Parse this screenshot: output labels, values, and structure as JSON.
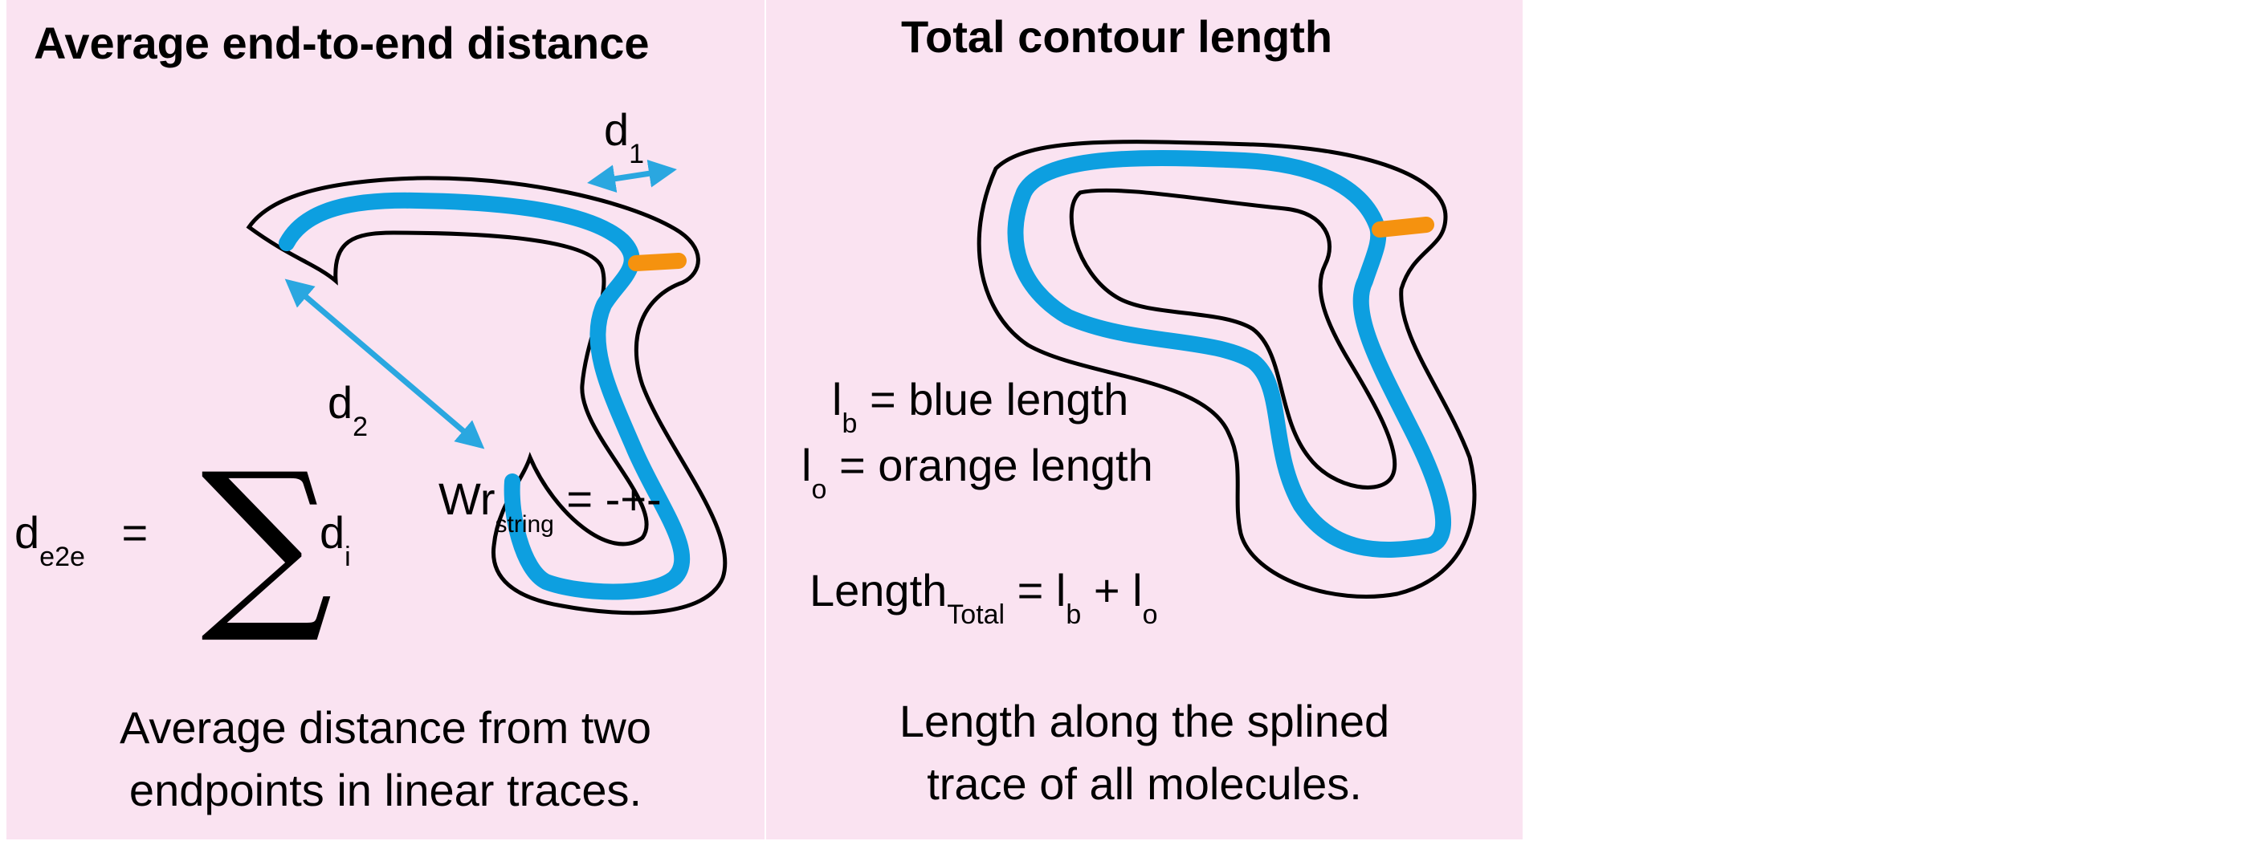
{
  "left_panel": {
    "title": "Average end-to-end distance",
    "d1": {
      "base": "d",
      "sub": "1"
    },
    "d2": {
      "base": "d",
      "sub": "2"
    },
    "formula": {
      "lhs_base": "d",
      "lhs_sub": "e2e",
      "equals": "=",
      "sigma": "∑",
      "rhs_base": "d",
      "rhs_sub": "i"
    },
    "writhe": {
      "base": "Wr",
      "sub": "string",
      "rest": "= -+-"
    },
    "caption_line1": "Average distance from two",
    "caption_line2": "endpoints in linear traces."
  },
  "right_panel": {
    "title": "Total contour length",
    "lb": {
      "base": "l",
      "sub": "b",
      "rest": "= blue length"
    },
    "lo": {
      "base": "l",
      "sub": "o",
      "rest": "= orange length"
    },
    "length_total": {
      "base": "Length",
      "sub": "Total",
      "eq": "= l",
      "sub2": "b",
      "plus": "+ l",
      "sub3": "o"
    },
    "caption_line1": "Length along the splined",
    "caption_line2": "trace of all molecules."
  },
  "colors": {
    "panel_bg": "#fae3f1",
    "trace_blue": "#0d9fe0",
    "trace_orange": "#f5920f",
    "arrow_blue": "#2aa7e0"
  }
}
